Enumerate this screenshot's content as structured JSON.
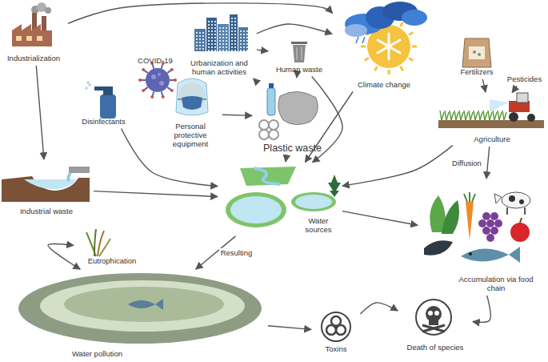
{
  "diagram": {
    "nodes": [
      {
        "text": [
          "Industrialization"
        ]
      },
      {
        "text": [
          "COVID-19"
        ]
      },
      {
        "text": [
          "Disinfectants"
        ]
      },
      {
        "text": [
          "Urbanization and human activities"
        ]
      },
      {
        "text": [
          "Human waste"
        ]
      },
      {
        "text": [
          "Climate change"
        ]
      },
      {
        "text": [
          "Personal protective equipment"
        ]
      },
      {
        "text": [
          "Plastic waste"
        ]
      },
      {
        "text": [
          "Fertilizers"
        ]
      },
      {
        "text": [
          "Pesticides"
        ]
      },
      {
        "text": [
          "Agriculture"
        ]
      },
      {
        "text": [
          "Industrial waste"
        ]
      },
      {
        "text": [
          "Water sources"
        ]
      },
      {
        "text": [
          "Eutrophication"
        ]
      },
      {
        "text": [
          "Water pollution"
        ]
      },
      {
        "text": [
          "Toxins"
        ]
      },
      {
        "text": [
          "Death of species"
        ]
      },
      {
        "text": [
          "Accumulation via food chain"
        ]
      }
    ],
    "edges": [
      {
        "from": 0,
        "to": 5,
        "arrow": "to"
      },
      {
        "from": 0,
        "to": 11,
        "arrow": "to"
      },
      {
        "from": 3,
        "to": 5,
        "arrow": "to"
      },
      {
        "from": 3,
        "to": 4,
        "arrow": "to"
      },
      {
        "from": 3,
        "to": 7,
        "arrow": "to"
      },
      {
        "from": 4,
        "to": 7,
        "arrow": "to"
      },
      {
        "from": 4,
        "to": 12,
        "arrow": "to"
      },
      {
        "from": 5,
        "to": 12,
        "arrow": "to"
      },
      {
        "from": 8,
        "to": 10,
        "arrow": "to"
      },
      {
        "from": 9,
        "to": 10,
        "arrow": "to"
      },
      {
        "from": 10,
        "to": 12,
        "arrow": "to"
      },
      {
        "from": 10,
        "to": 17,
        "label": "Diffusion",
        "arrow": "to"
      },
      {
        "from": 2,
        "to": 12,
        "arrow": "to"
      },
      {
        "from": 6,
        "to": 7,
        "arrow": "to"
      },
      {
        "from": 7,
        "to": 12,
        "arrow": "to"
      },
      {
        "from": 11,
        "to": 12,
        "arrow": "to"
      },
      {
        "from": 12,
        "to": 14,
        "label": "Resulting",
        "arrow": "to"
      },
      {
        "from": 13,
        "to": 14,
        "arrow": "both"
      },
      {
        "from": 14,
        "to": 15,
        "arrow": "to"
      },
      {
        "from": 15,
        "to": 16,
        "arrow": "to"
      },
      {
        "from": 17,
        "to": 16,
        "arrow": "to"
      },
      {
        "from": 12,
        "to": 17,
        "arrow": "to"
      }
    ]
  }
}
